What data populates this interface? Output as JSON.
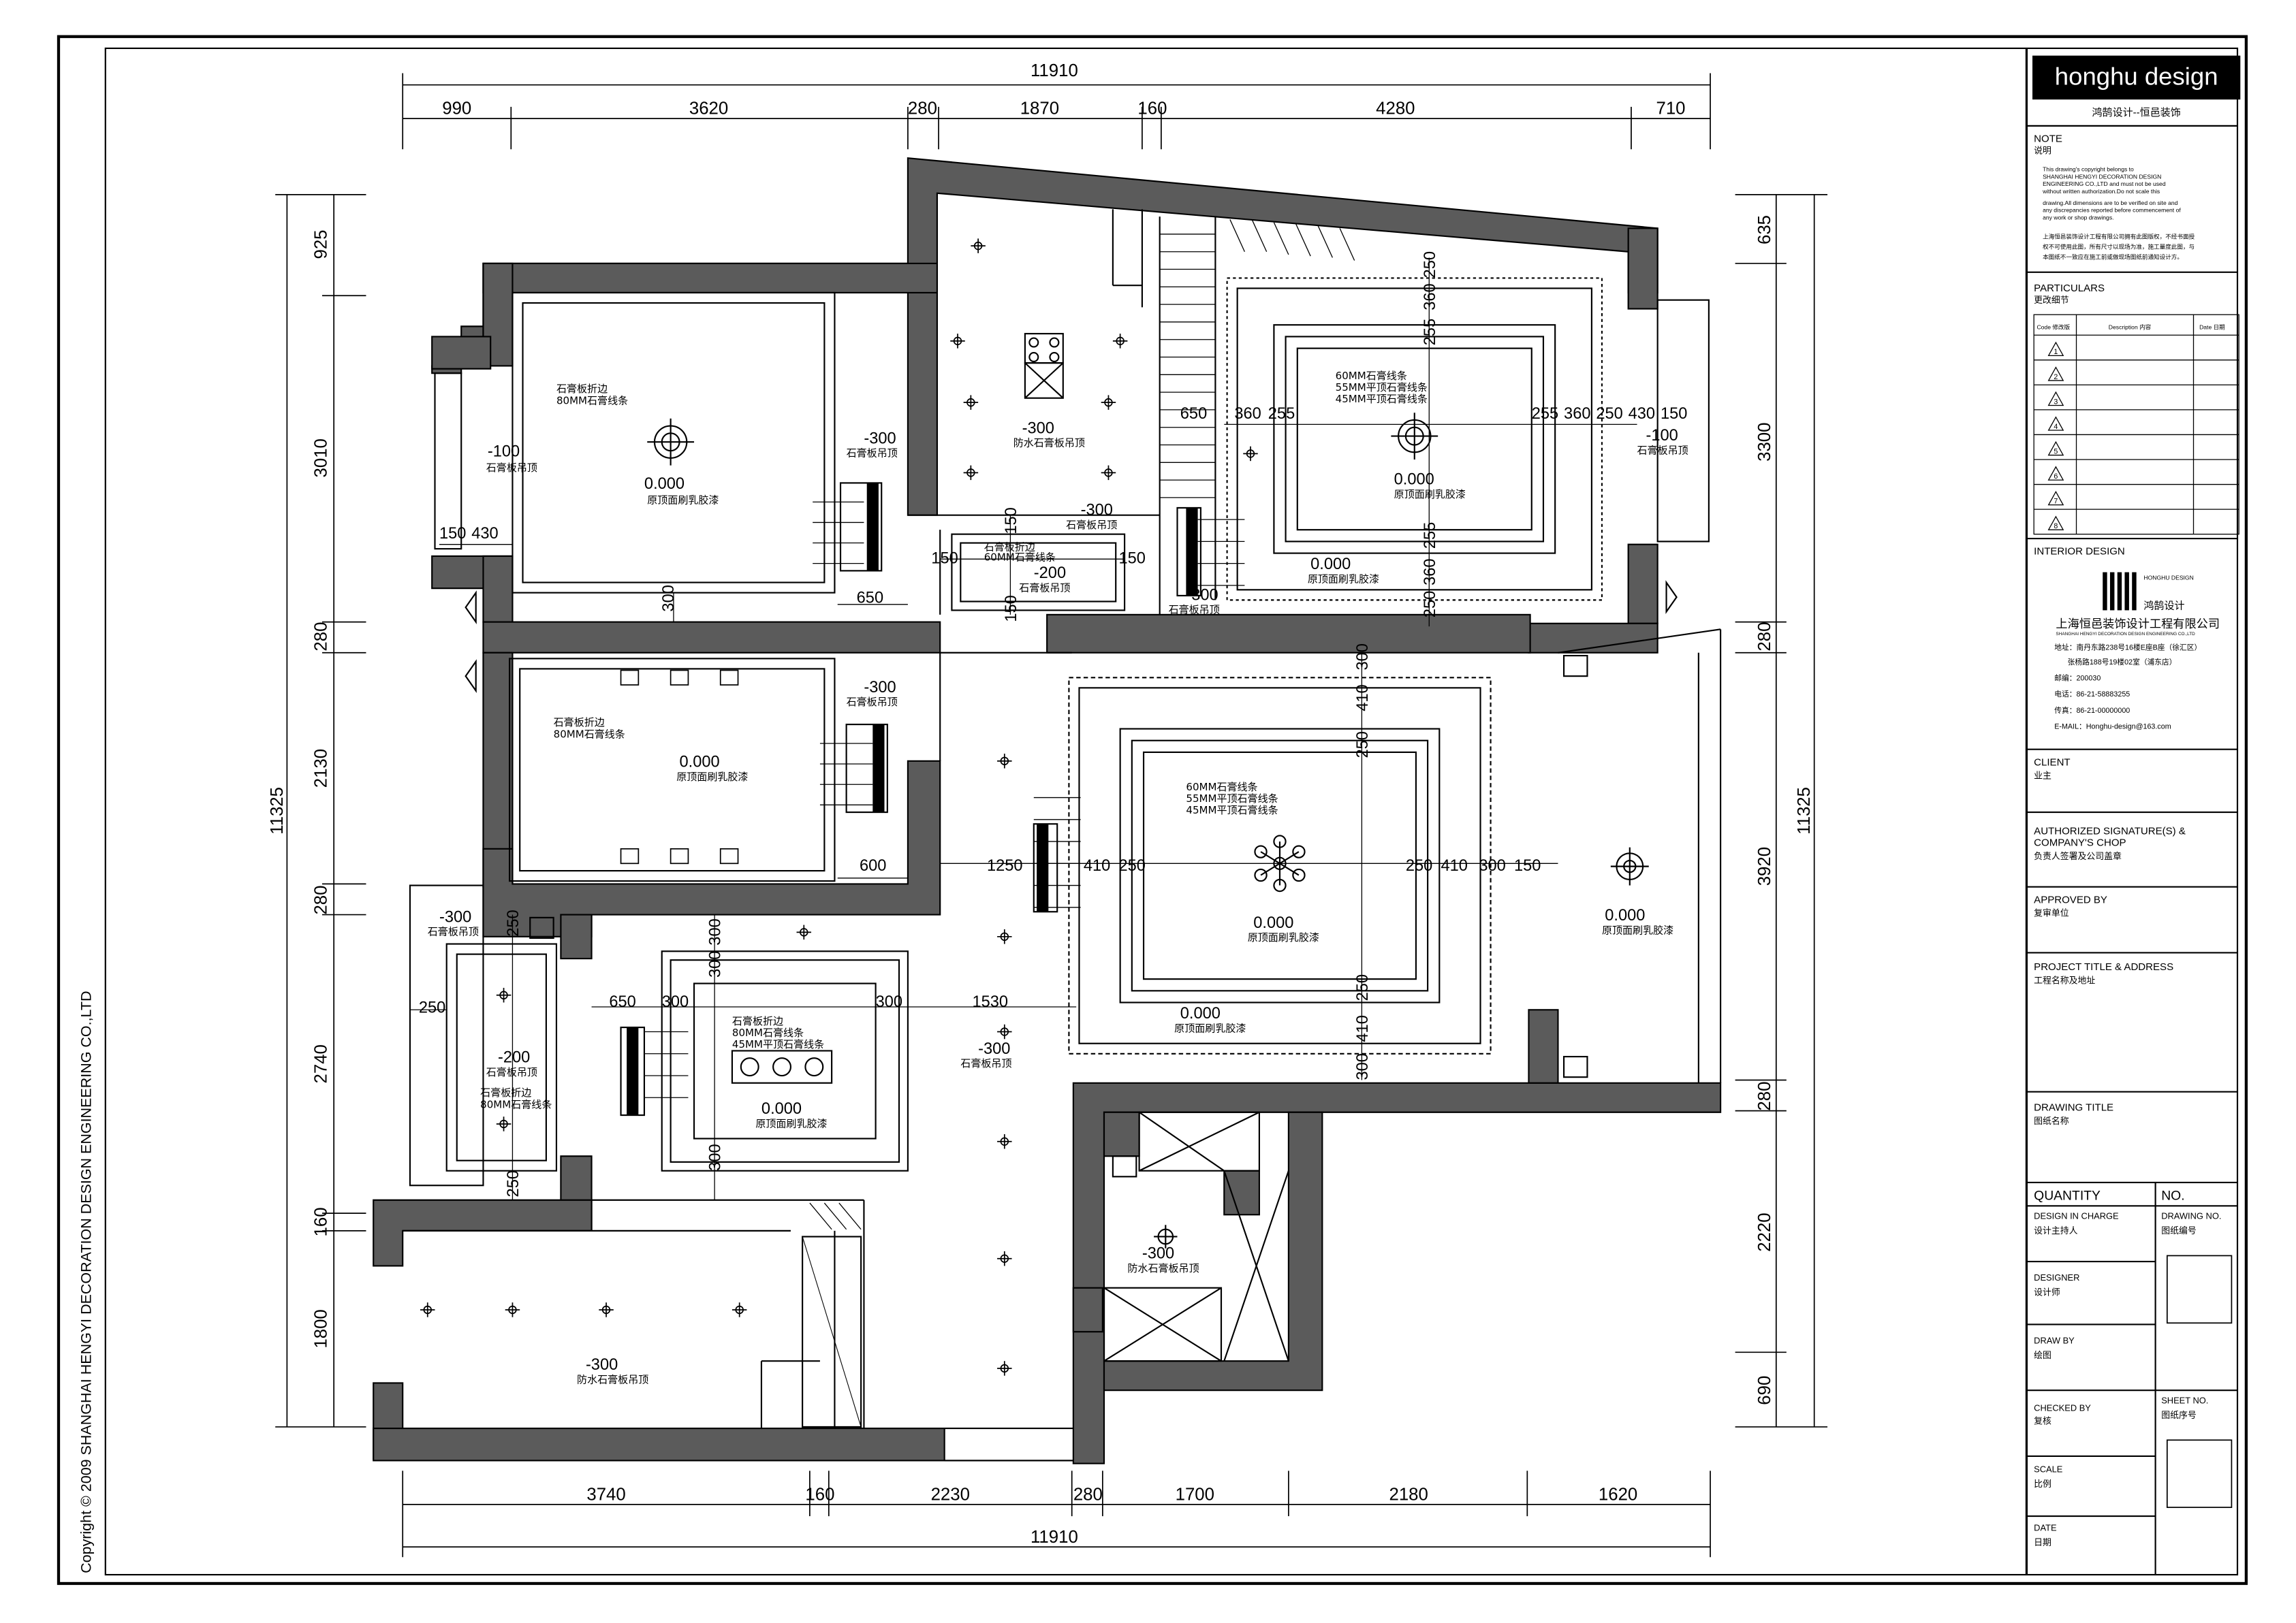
{
  "frame": {
    "copyright": "Copyright © 2009 SHANGHAI HENGYI DECORATION DESIGN ENGINEERING CO.,LTD"
  },
  "dimensions": {
    "top_total": "11910",
    "top_segments": [
      "990",
      "3620",
      "280",
      "1870",
      "160",
      "4280",
      "710"
    ],
    "bottom_total": "11910",
    "bottom_segments": [
      "3740",
      "160",
      "2230",
      "280",
      "1700",
      "2180",
      "1620"
    ],
    "left_total": "11325",
    "left_segments": [
      "925",
      "3010",
      "280",
      "2130",
      "280",
      "2740",
      "160",
      "1800"
    ],
    "right_total": "11325",
    "right_segments": [
      "635",
      "3300",
      "280",
      "3920",
      "280",
      "2220",
      "690"
    ]
  },
  "plan_labels": {
    "gypsum_fold": "石膏板折边",
    "moulding_80": "80MM石膏线条",
    "moulding_60": "60MM石膏线条",
    "moulding_55": "55MM平顶石膏线条",
    "moulding_45": "45MM平顶石膏线条",
    "gypsum_ceiling": "石膏板吊顶",
    "wp_gypsum_ceiling": "防水石膏板吊顶",
    "paint": "原顶面刷乳胶漆",
    "elev_0": "0.000",
    "elev_m100": "-100",
    "elev_m200": "-200",
    "elev_m300": "-300"
  },
  "inner_dims": {
    "d150": "150",
    "d430": "430",
    "d300": "300",
    "d650": "650",
    "d600": "600",
    "d250": "250",
    "d255": "255",
    "d360": "360",
    "d410": "410",
    "d1250": "1250",
    "d1530": "1530",
    "d3003": "300"
  },
  "title_block": {
    "logo": "honghu design",
    "logo_sub": "鸿鹄设计--恒邑装饰",
    "note_title": "NOTE",
    "note_cn": "说明",
    "note_text": [
      "This drawing's copyright belongs to",
      "SHANGHAI HENGYI DECORATION DESIGN",
      "ENGINEERING CO.,LTD and must not be used",
      "without written authorization.Do not scale this",
      "drawing.All dimensions are to be verified on site and",
      "any discrepancies reported before commencement of",
      "any work or shop drawings.",
      "上海恒邑装饰设计工程有限公司拥有此图版权，不经书面授",
      "权不可使用此图，所有尺寸以现场为准，施工量度此图，与",
      "本图纸不一致应在施工前或做现场图纸前通知设计方。"
    ],
    "particulars": "PARTICULARS",
    "particulars_cn": "更改细节",
    "col_code": "Code 修改版",
    "col_desc": "Description 内容",
    "col_date": "Date 日期",
    "revisions": [
      "1",
      "2",
      "3",
      "4",
      "5",
      "6",
      "7",
      "8"
    ],
    "interior_design": "INTERIOR DESIGN",
    "company_logo": "鸿鹄设计",
    "company_logo_en": "HONGHU DESIGN",
    "company_cn": "上海恒邑装饰设计工程有限公司",
    "company_en": "SHANGHAI HENGYI DECORATION DESIGN ENGINEERING CO.,LTD",
    "address1": "地址：南丹东路238号16楼E座B座（徐汇区）",
    "address2": "张杨路188号19楼02室（浦东店）",
    "postcode": "邮编：200030",
    "tel": "电话：86-21-58883255",
    "fax": "传真：86-21-00000000",
    "email": "E-MAIL：Honghu-design@163.com",
    "client": "CLIENT",
    "client_cn": "业主",
    "auth": "AUTHORIZED SIGNATURE(S) &",
    "auth2": "COMPANY'S CHOP",
    "auth_cn": "负责人签署及公司盖章",
    "approved": "APPROVED BY",
    "approved_cn": "复审单位",
    "project": "PROJECT TITLE & ADDRESS",
    "project_cn": "工程名称及地址",
    "drawing_title": "DRAWING TITLE",
    "drawing_title_cn": "图纸名称",
    "quantity": "QUANTITY",
    "no": "NO.",
    "design_charge": "DESIGN IN CHARGE",
    "design_charge_cn": "设计主持人",
    "drawing_no": "DRAWING NO.",
    "drawing_no_cn": "图纸编号",
    "designer": "DESIGNER",
    "designer_cn": "设计师",
    "draw_by": "DRAW BY",
    "draw_by_cn": "绘图",
    "checked": "CHECKED BY",
    "checked_cn": "复核",
    "sheet_no": "SHEET NO.",
    "sheet_no_cn": "图纸序号",
    "scale": "SCALE",
    "scale_cn": "比例",
    "date": "DATE",
    "date_cn": "日期"
  }
}
